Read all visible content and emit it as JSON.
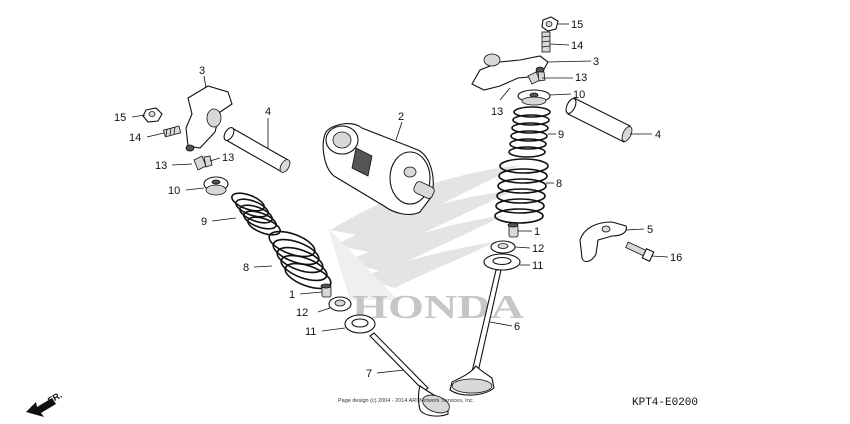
{
  "watermark": {
    "logo_text": "HONDA"
  },
  "diagram_code": "KPT4-E0200",
  "direction_marker": "FR.",
  "copyright": "Page design (c) 2004 - 2014 ARI Network Services, Inc.",
  "callouts": {
    "left": {
      "n3": "3",
      "n15": "15",
      "n14": "14",
      "n4": "4",
      "n13a": "13",
      "n13b": "13",
      "n10": "10",
      "n9": "9",
      "n8": "8",
      "n1": "1",
      "n12": "12",
      "n11": "11",
      "n7": "7"
    },
    "center": {
      "n2": "2"
    },
    "right": {
      "n15": "15",
      "n14": "14",
      "n3": "3",
      "n13a": "13",
      "n13b": "13",
      "n10": "10",
      "n9": "9",
      "n4": "4",
      "n8": "8",
      "n1": "1",
      "n12": "12",
      "n11": "11",
      "n6": "6",
      "n5": "5",
      "n16": "16"
    }
  }
}
